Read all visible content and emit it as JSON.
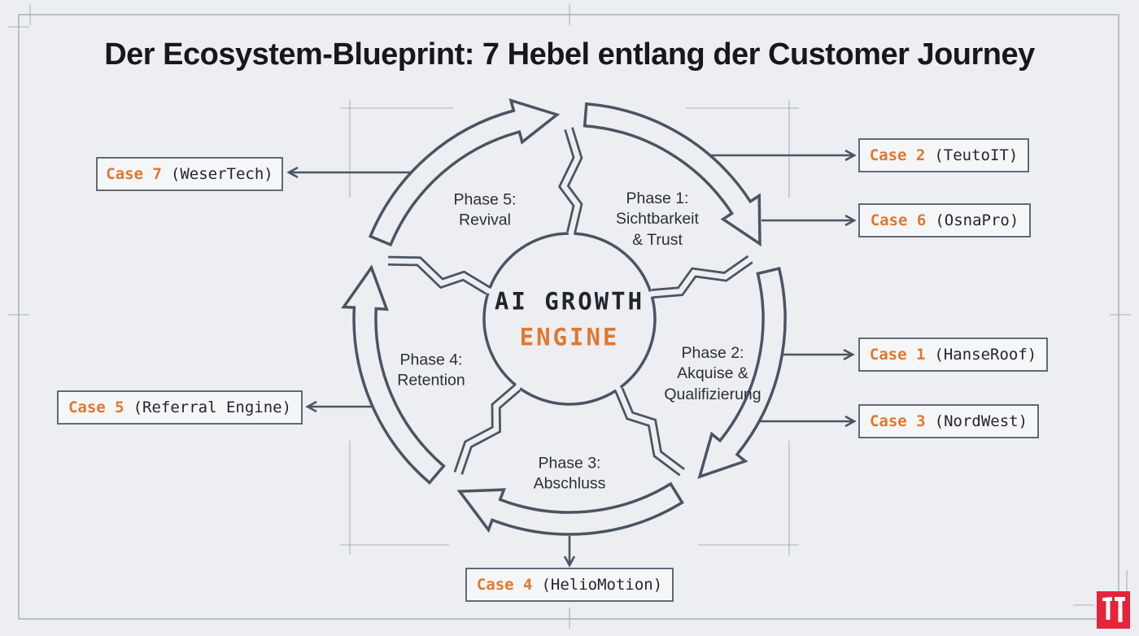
{
  "title": "Der Ecosystem-Blueprint: 7 Hebel entlang der Customer Journey",
  "engine": {
    "line1": "AI GROWTH",
    "line2": "ENGINE"
  },
  "phases": [
    {
      "l1": "Phase 1:",
      "l2": "Sichtbarkeit",
      "l3": "& Trust"
    },
    {
      "l1": "Phase 2:",
      "l2": "Akquise &",
      "l3": "Qualifizierung"
    },
    {
      "l1": "Phase 3:",
      "l2": "Abschluss",
      "l3": ""
    },
    {
      "l1": "Phase 4:",
      "l2": "Retention",
      "l3": ""
    },
    {
      "l1": "Phase 5:",
      "l2": "Revival",
      "l3": ""
    }
  ],
  "cases": [
    {
      "num": "Case 1",
      "name": "(HanseRoof)"
    },
    {
      "num": "Case 2",
      "name": "(TeutoIT)"
    },
    {
      "num": "Case 3",
      "name": "(NordWest)"
    },
    {
      "num": "Case 4",
      "name": "(HelioMotion)"
    },
    {
      "num": "Case 5",
      "name": "(Referral Engine)"
    },
    {
      "num": "Case 6",
      "name": "(OsnaPro)"
    },
    {
      "num": "Case 7",
      "name": "(WeserTech)"
    }
  ],
  "colors": {
    "accent_orange": "#e0782f",
    "diagram_stroke": "#4b5462",
    "background": "#edeef2",
    "logo_red": "#e42438"
  },
  "icons": {
    "cycle": "circular-arrows-cycle",
    "bolt": "lightning-connector",
    "logo": "red-tt-monogram-logo"
  }
}
